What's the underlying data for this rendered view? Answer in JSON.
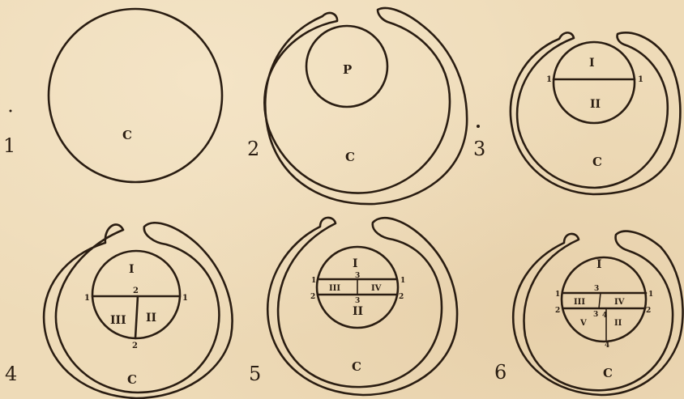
{
  "panels": [
    {
      "number": "1",
      "cell": "C"
    },
    {
      "number": "2",
      "cell": "C",
      "pronucleus": "P"
    },
    {
      "number": "3",
      "cell": "C",
      "cells": [
        "I",
        "II"
      ],
      "marks": [
        "1",
        "1"
      ]
    },
    {
      "number": "4",
      "cell": "C",
      "cells": [
        "I",
        "III",
        "II"
      ],
      "marks": [
        "1",
        "1",
        "2",
        "2"
      ]
    },
    {
      "number": "5",
      "cell": "C",
      "cells": [
        "I",
        "III",
        "IV",
        "II"
      ],
      "marks": [
        "1",
        "1",
        "2",
        "2",
        "3",
        "3"
      ]
    },
    {
      "number": "6",
      "cell": "C",
      "cells": [
        "I",
        "III",
        "IV",
        "V",
        "II"
      ],
      "marks": [
        "1",
        "1",
        "2",
        "2",
        "3",
        "3",
        "4",
        "4"
      ]
    }
  ]
}
